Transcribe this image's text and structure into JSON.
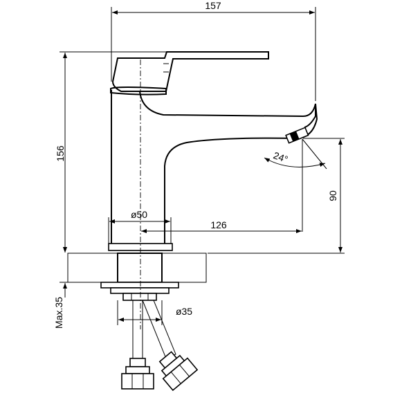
{
  "dimensions": {
    "overall_width": "157",
    "overall_height": "156",
    "spout_height": "90",
    "body_diameter": "ø50",
    "spout_reach": "126",
    "angle": "24°",
    "hose_diameter": "ø35",
    "max_thickness": "Max.35"
  }
}
